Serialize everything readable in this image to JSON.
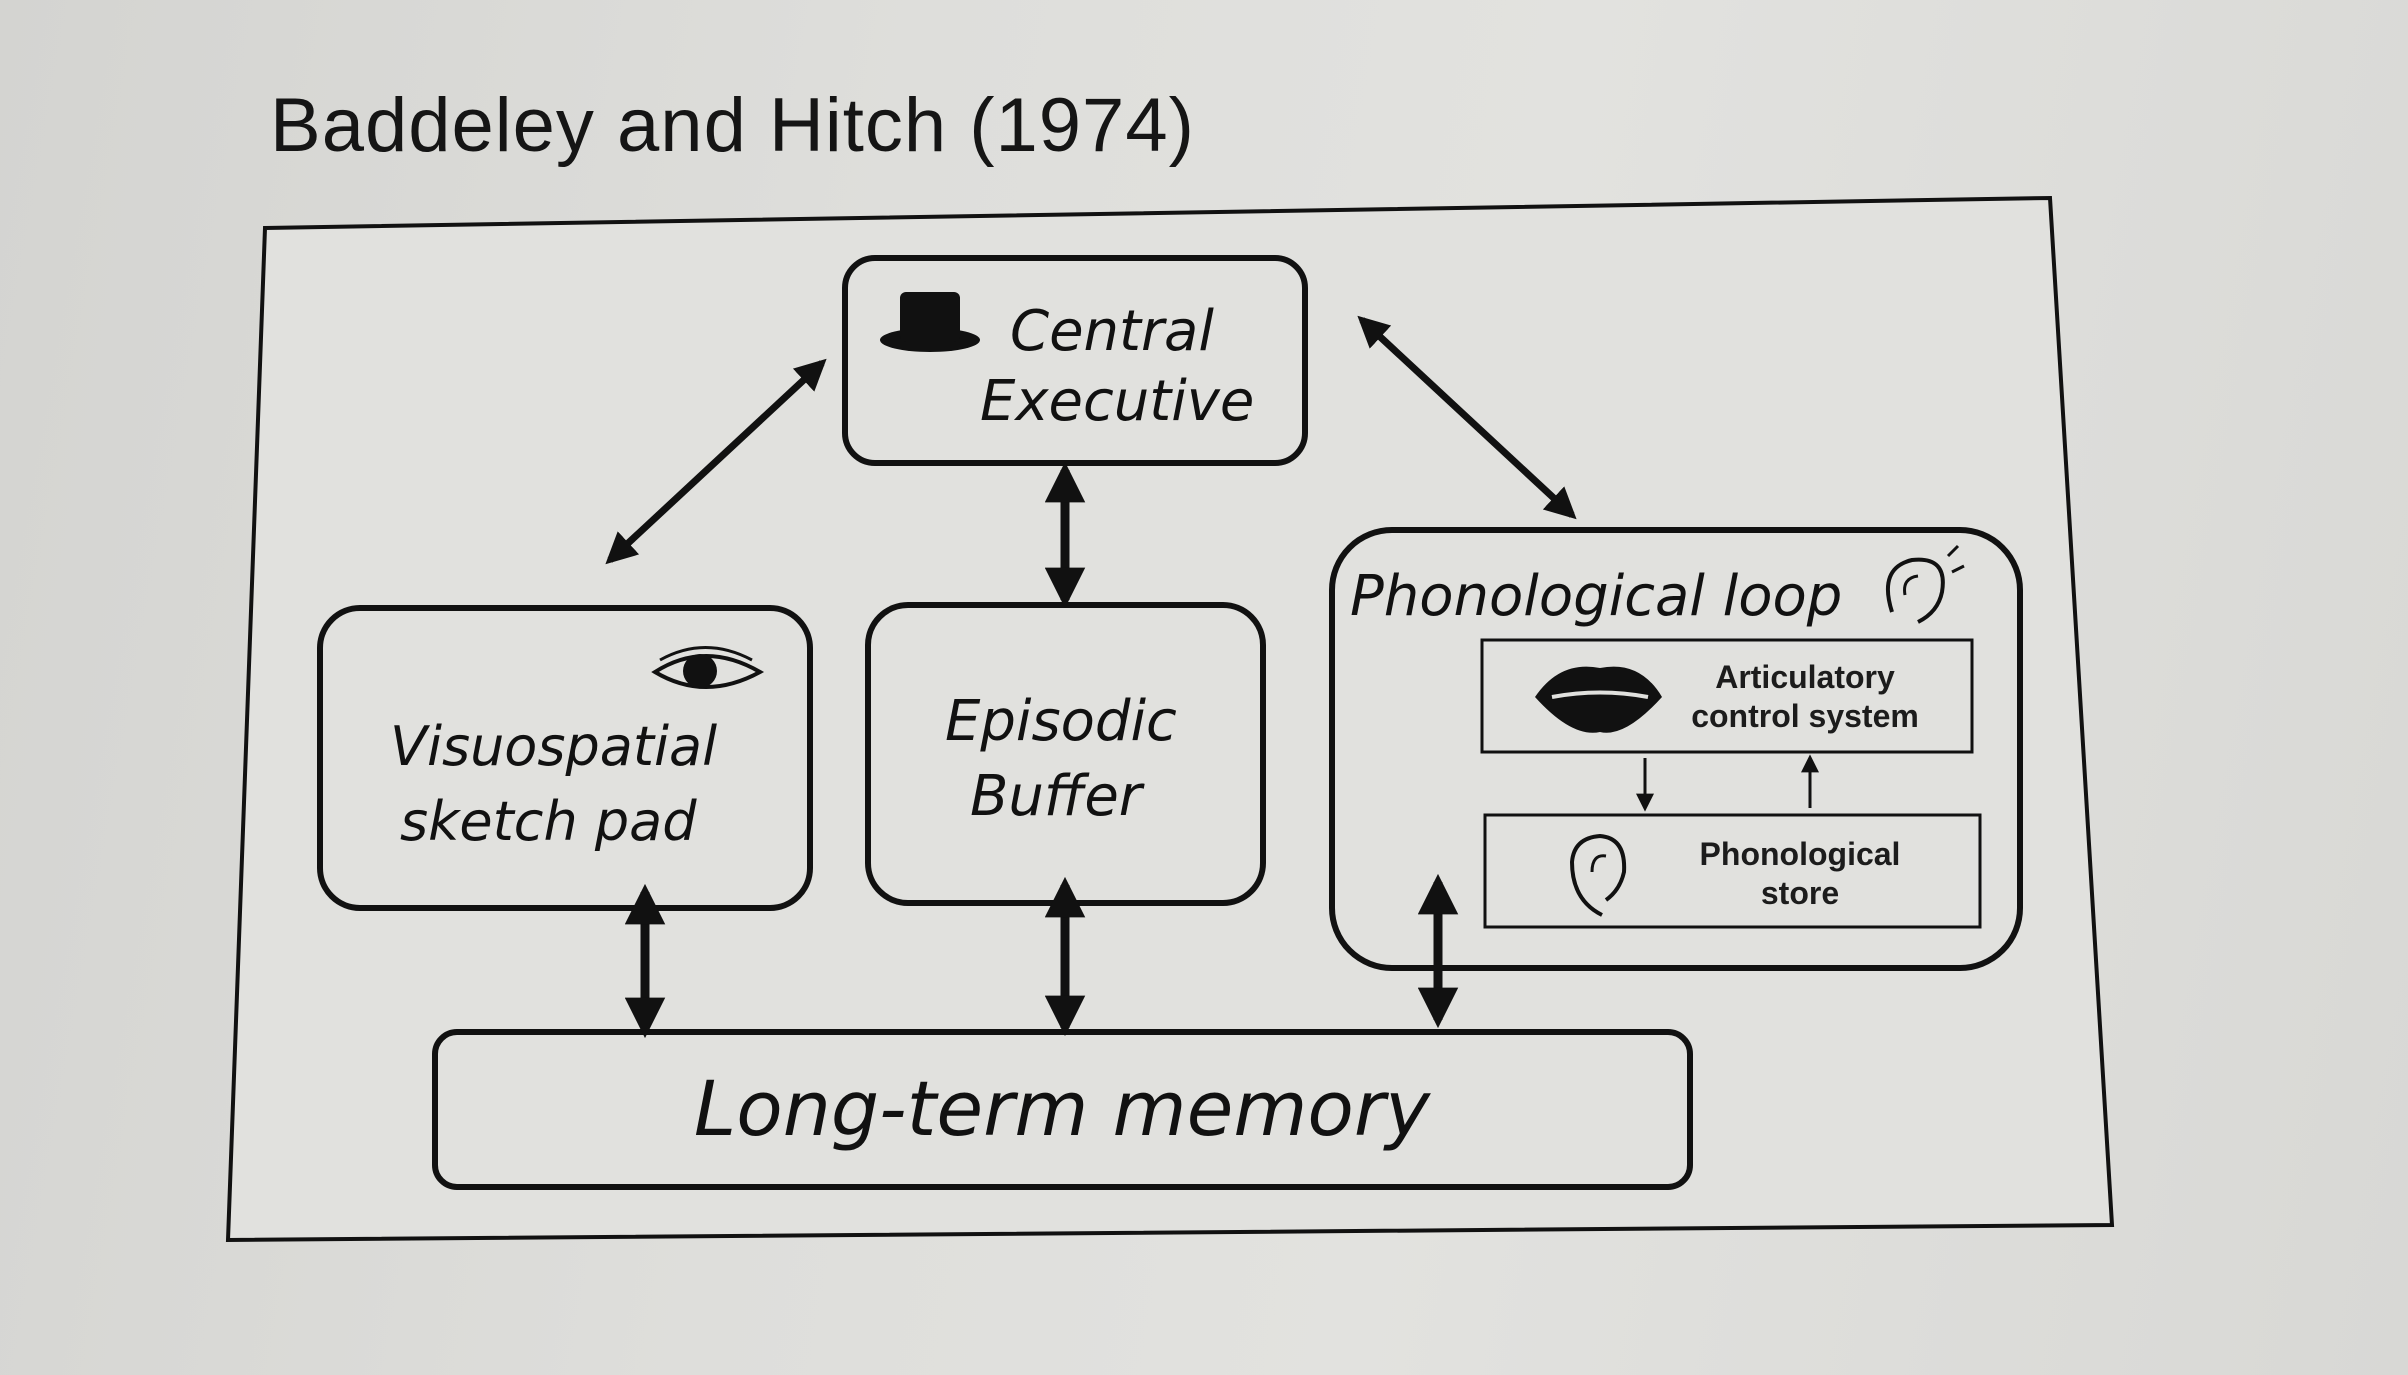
{
  "title": "Baddeley and Hitch (1974)",
  "components": {
    "central_executive": {
      "line1": "Central",
      "line2": "Executive",
      "icon": "top-hat-icon"
    },
    "visuospatial": {
      "line1": "Visuospatial",
      "line2": "sketch pad",
      "icon": "eye-icon"
    },
    "episodic_buffer": {
      "line1": "Episodic",
      "line2": "Buffer"
    },
    "phonological_loop": {
      "label": "Phonological loop",
      "icon": "ear-icon",
      "articulatory": {
        "line1": "Articulatory",
        "line2": "control system",
        "icon": "lips-icon"
      },
      "store": {
        "line1": "Phonological",
        "line2": "store",
        "icon": "ear-icon"
      }
    },
    "long_term_memory": {
      "label": "Long-term memory"
    }
  },
  "colors": {
    "background": "#dcdcd9",
    "ink": "#111111"
  }
}
